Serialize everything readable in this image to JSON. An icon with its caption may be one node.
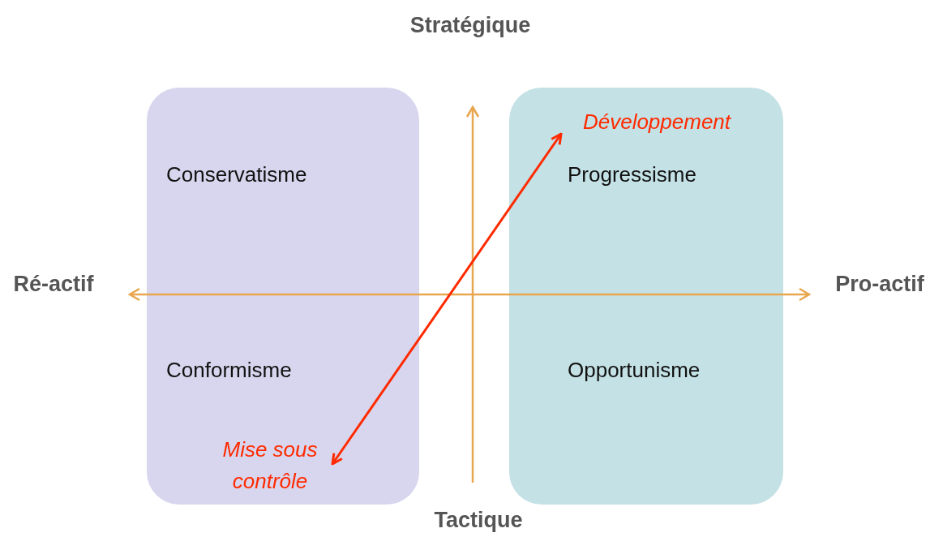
{
  "diagram": {
    "nodes": [
      {
        "text": [
          "Conservatisme",
          "Conformisme"
        ]
      },
      {
        "text": [
          "Mise sous contrôle"
        ],
        "in": 0
      },
      {
        "text": [
          "Progressisme",
          "Opportunisme"
        ]
      },
      {
        "text": [
          "Développement"
        ],
        "in": 2
      }
    ],
    "edges": [
      {
        "from": 1,
        "to": 3,
        "arrow": "both",
        "color": "#ff2a00"
      }
    ],
    "labels": [
      "Stratégique",
      "Ré-actif",
      "Pro-actif",
      "Tactique"
    ]
  }
}
